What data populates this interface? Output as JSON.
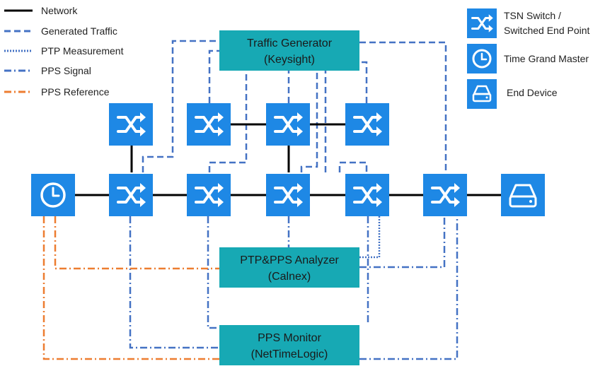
{
  "legend": {
    "lines": [
      {
        "label": "Network",
        "style": "solid",
        "color": "#000000"
      },
      {
        "label": "Generated Traffic",
        "style": "dashed",
        "color": "#4472c4"
      },
      {
        "label": "PTP Measurement",
        "style": "dotted",
        "color": "#4472c4"
      },
      {
        "label": "PPS Signal",
        "style": "dashdot",
        "color": "#4472c4"
      },
      {
        "label": "PPS Reference",
        "style": "dashdot",
        "color": "#ed7d31"
      }
    ],
    "icons": [
      {
        "label_line1": "TSN Switch /",
        "label_line2": "Switched End Point",
        "icon": "shuffle-icon"
      },
      {
        "label_line1": "Time Grand Master",
        "icon": "clock-icon"
      },
      {
        "label_line1": "End Device",
        "icon": "hard-drive-icon"
      }
    ]
  },
  "boxes": {
    "traffic_generator": {
      "line1": "Traffic Generator",
      "line2": "(Keysight)"
    },
    "analyzer": {
      "line1": "PTP&PPS Analyzer",
      "line2": "(Calnex)"
    },
    "pps_monitor": {
      "line1": "PPS Monitor",
      "line2": "(NetTimeLogic)"
    }
  },
  "colors": {
    "node_fill": "#1e88e5",
    "box_fill": "#17a9b4",
    "blue_line": "#4472c4",
    "orange_line": "#ed7d31",
    "network_line": "#000000"
  }
}
